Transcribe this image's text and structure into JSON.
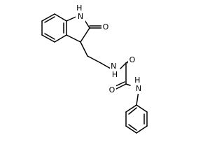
{
  "molecule": {
    "atoms": {
      "indoline_nh": "H\nN",
      "lactam_o": "O",
      "amide_nh_1": "N\nH",
      "oxamide_o_1": "O",
      "oxamide_o_2": "O",
      "amide_nh_2": "H\nN"
    }
  }
}
